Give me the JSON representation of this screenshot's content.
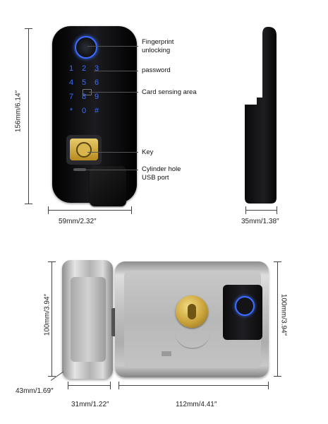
{
  "callouts": {
    "fingerprint": "Fingerprint",
    "fingerprint_line2": "unlocking",
    "password": "password",
    "card": "Card sensing area",
    "key": "Key",
    "cylinder": "Cylinder hole",
    "usb": "USB port"
  },
  "dimensions": {
    "front_height": "156mm/6.14″",
    "front_width": "59mm/2.32″",
    "side_depth": "35mm/1.38″",
    "body_height_left": "100mm/3.94″",
    "body_height_right": "100mm/3.94″",
    "lock_depth": "43mm/1.69″",
    "strike_width": "31mm/1.22″",
    "body_width": "112mm/4.41″"
  },
  "keypad": [
    "1",
    "2",
    "3",
    "4",
    "5",
    "6",
    "7",
    "8",
    "9",
    "*",
    "0",
    "#"
  ],
  "colors": {
    "keypad_blue": "#3b6cff",
    "lock_black": "#0d0d0f",
    "steel": "#b8b8b8",
    "brass": "#c9a23a"
  }
}
